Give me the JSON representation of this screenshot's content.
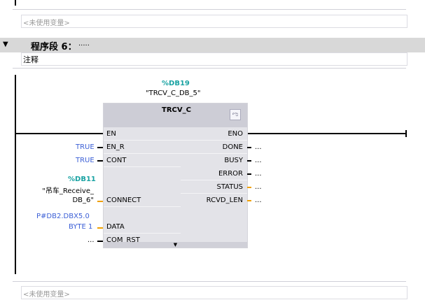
{
  "top_unused": "<未使用变量>",
  "segment": {
    "title": "程序段 6：",
    "dots": ".....",
    "comment": "注释"
  },
  "block": {
    "instance_addr": "%DB19",
    "instance_name": "\"TRCV_C_DB_5\"",
    "type": "TRCV_C",
    "inputs": [
      {
        "pin": "EN",
        "value": ""
      },
      {
        "pin": "EN_R",
        "value": "TRUE"
      },
      {
        "pin": "CONT",
        "value": "TRUE"
      },
      {
        "pin": "CONNECT",
        "addr": "%DB11",
        "value1": "\"吊车_Receive_",
        "value2": "DB_6\""
      },
      {
        "pin": "DATA",
        "value1": "P#DB2.DBX5.0",
        "value2": "BYTE 1"
      },
      {
        "pin": "COM_RST",
        "value": "..."
      }
    ],
    "outputs": [
      {
        "pin": "ENO"
      },
      {
        "pin": "DONE",
        "value": "..."
      },
      {
        "pin": "BUSY",
        "value": "..."
      },
      {
        "pin": "ERROR",
        "value": "..."
      },
      {
        "pin": "STATUS",
        "value": "..."
      },
      {
        "pin": "RCVD_LEN",
        "value": "..."
      }
    ]
  },
  "bottom_unused": "<未使用变量>",
  "colors": {
    "wire_orange": "#f0a000",
    "constant_blue": "#3b5fd6",
    "address_teal": "#1aa3a3"
  }
}
